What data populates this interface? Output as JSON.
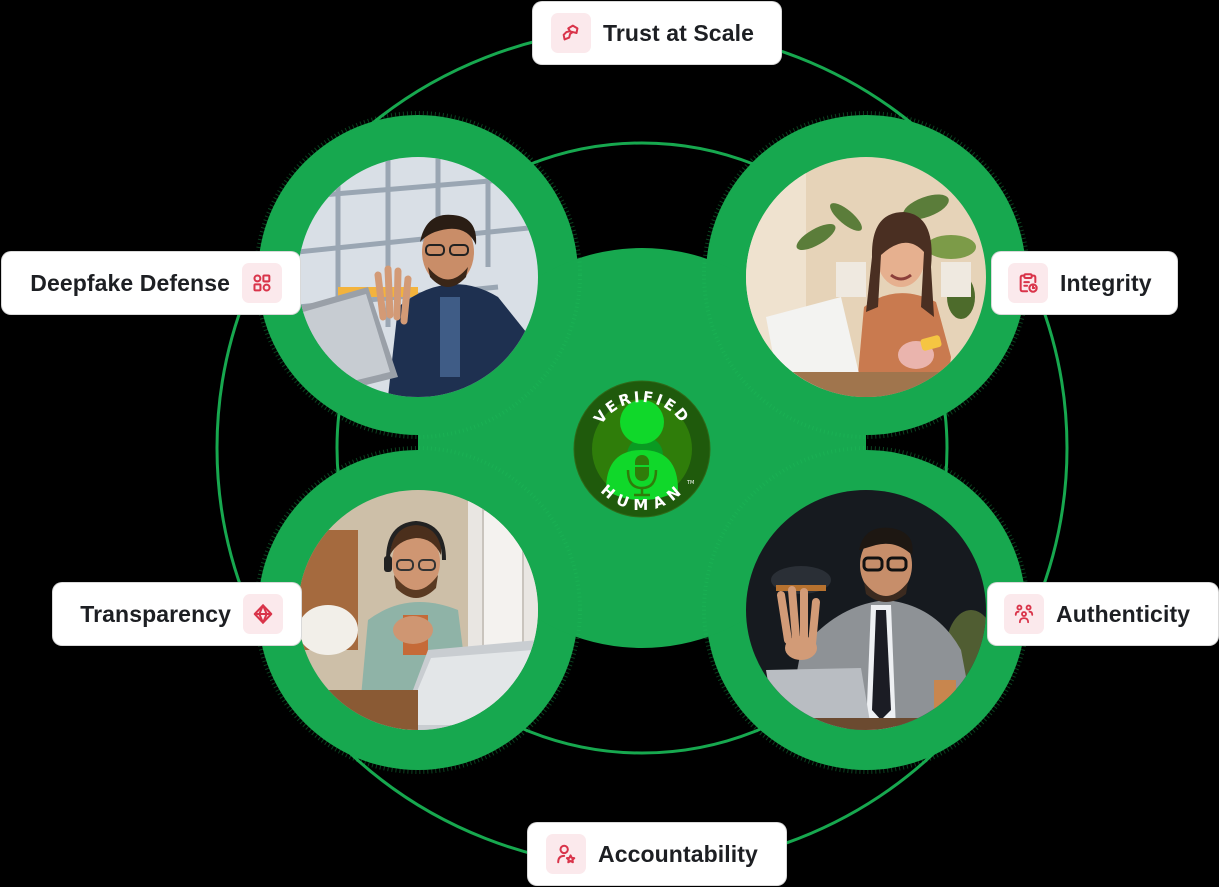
{
  "diagram": {
    "center_badge": {
      "top_text": "VERIFIED",
      "bottom_text": "HUMAN",
      "trademark": "TM",
      "icon": "person-microphone-icon"
    },
    "nodes": [
      {
        "label": "Trust at Scale",
        "icon": "handshake-link-icon",
        "position": "top"
      },
      {
        "label": "Deepfake Defense",
        "icon": "grid-shapes-icon",
        "position": "upper-left"
      },
      {
        "label": "Integrity",
        "icon": "clipboard-clock-icon",
        "position": "upper-right"
      },
      {
        "label": "Transparency",
        "icon": "diamond-prism-icon",
        "position": "lower-left"
      },
      {
        "label": "Authenticity",
        "icon": "people-group-icon",
        "position": "lower-right"
      },
      {
        "label": "Accountability",
        "icon": "user-star-icon",
        "position": "bottom"
      }
    ],
    "photos": [
      {
        "description": "Man in navy blazer waving at laptop in office",
        "position": "upper-left"
      },
      {
        "description": "Woman in orange shirt smiling at laptop among plants",
        "position": "upper-right"
      },
      {
        "description": "Man with headset smiling at laptop in home office",
        "position": "lower-left"
      },
      {
        "description": "Man in grey suit waving at laptop in cafe",
        "position": "lower-right"
      }
    ]
  },
  "colors": {
    "background": "#000000",
    "green": "#17a84f",
    "badge_dark": "#1f5a0c",
    "badge_mid": "#2f7d0a",
    "badge_bright": "#10d82a",
    "icon_accent": "#d9344a",
    "icon_bg": "#fbe9ec",
    "pill_bg": "#ffffff",
    "text": "#1d1f23"
  }
}
